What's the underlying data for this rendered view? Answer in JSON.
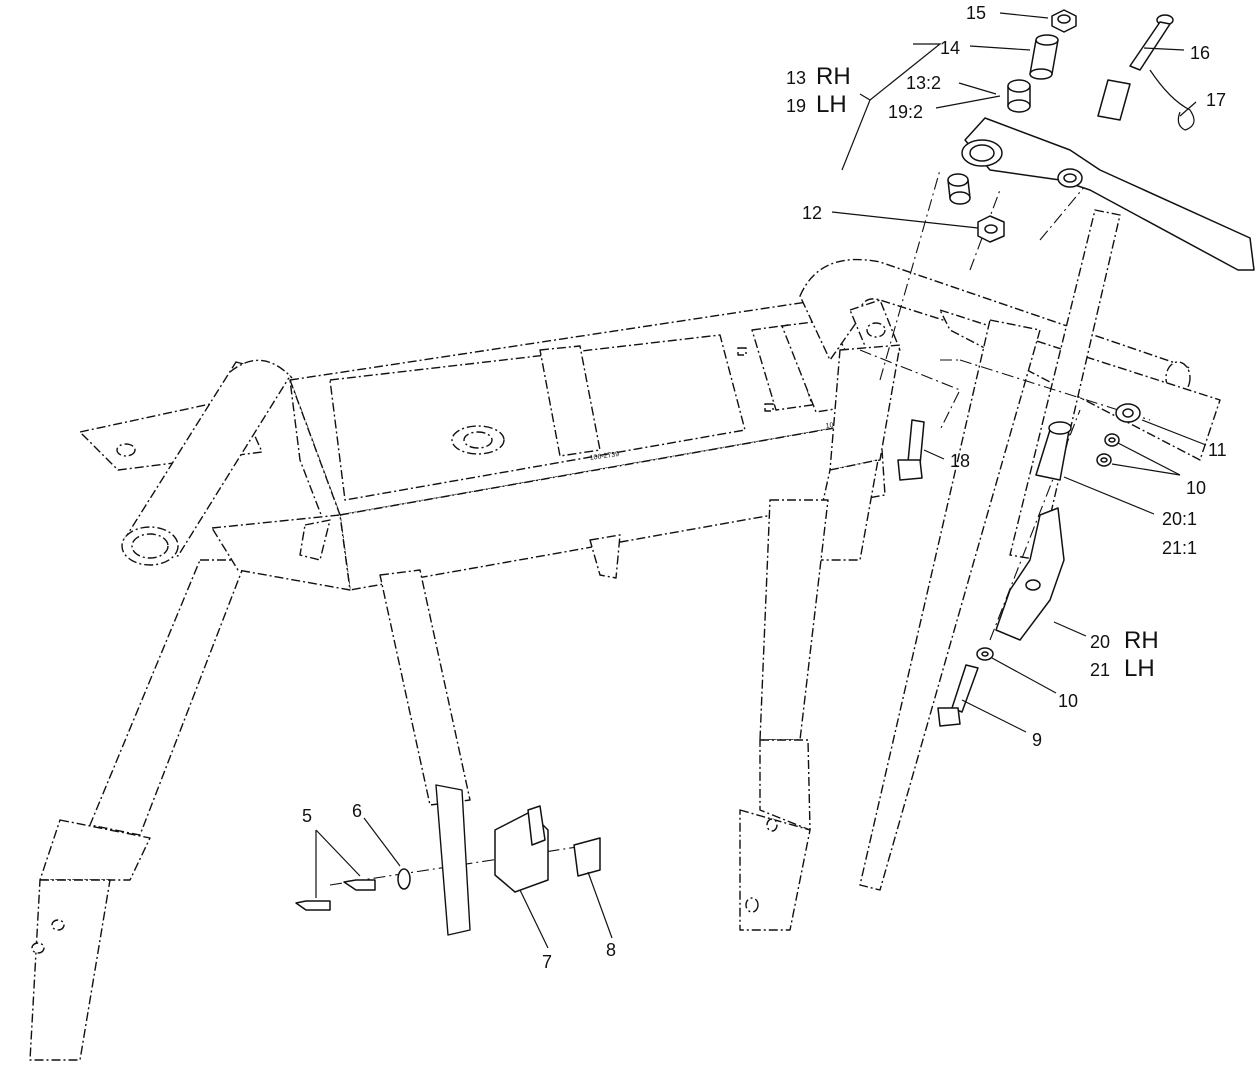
{
  "callouts": {
    "c5": "5",
    "c6": "6",
    "c7": "7",
    "c8": "8",
    "c9": "9",
    "c10a": "10",
    "c10b": "10",
    "c11": "11",
    "c12": "12",
    "c13_num": "13",
    "c13_side": "RH",
    "c19_num": "19",
    "c19_side": "LH",
    "c13_2": "13:2",
    "c19_2": "19:2",
    "c14": "14",
    "c15": "15",
    "c16": "16",
    "c17": "17",
    "c18": "18",
    "c20_num": "20",
    "c20_side": "RH",
    "c21_num": "21",
    "c21_side": "LH",
    "c20_1": "20:1",
    "c21_1": "21:1"
  },
  "decal_text": {
    "decal_a": "106-2739",
    "decal_b": "106-2734"
  }
}
